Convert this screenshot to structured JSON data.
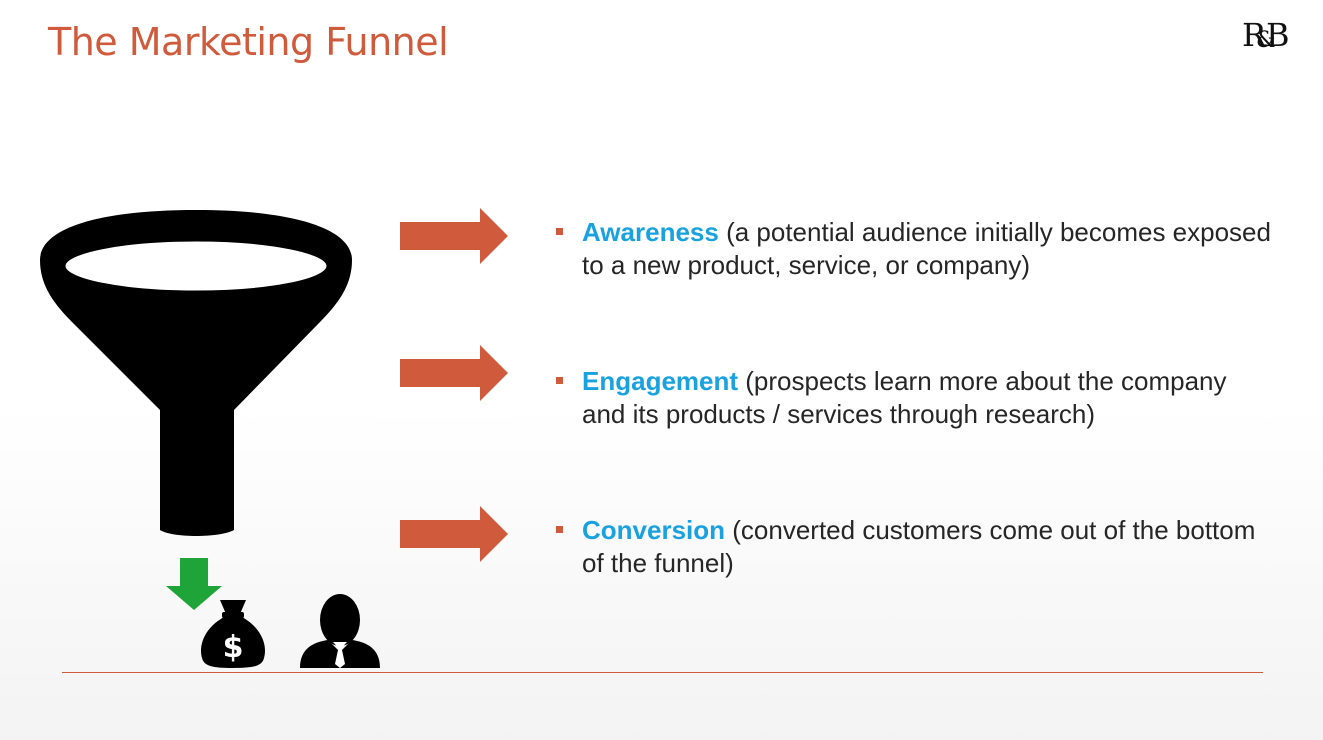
{
  "title": "The Marketing Funnel",
  "logo": {
    "r": "R",
    "amp": "&",
    "b": "B"
  },
  "colors": {
    "title": "#d05a3c",
    "arrow": "#d05a3c",
    "term": "#1aa1e0",
    "down_arrow": "#1fa43a",
    "icons": "#000000"
  },
  "icons": [
    "funnel-icon",
    "down-arrow-icon",
    "money-bag-icon",
    "person-icon",
    "right-arrow-icon"
  ],
  "stages": [
    {
      "term": "Awareness",
      "description": " (a potential audience initially becomes exposed to a new product, service, or company)"
    },
    {
      "term": "Engagement",
      "description": " (prospects learn more about the company and its products / services through research)"
    },
    {
      "term": "Conversion",
      "description": " (converted customers come out of the bottom of the funnel)"
    }
  ],
  "money_symbol": "$"
}
